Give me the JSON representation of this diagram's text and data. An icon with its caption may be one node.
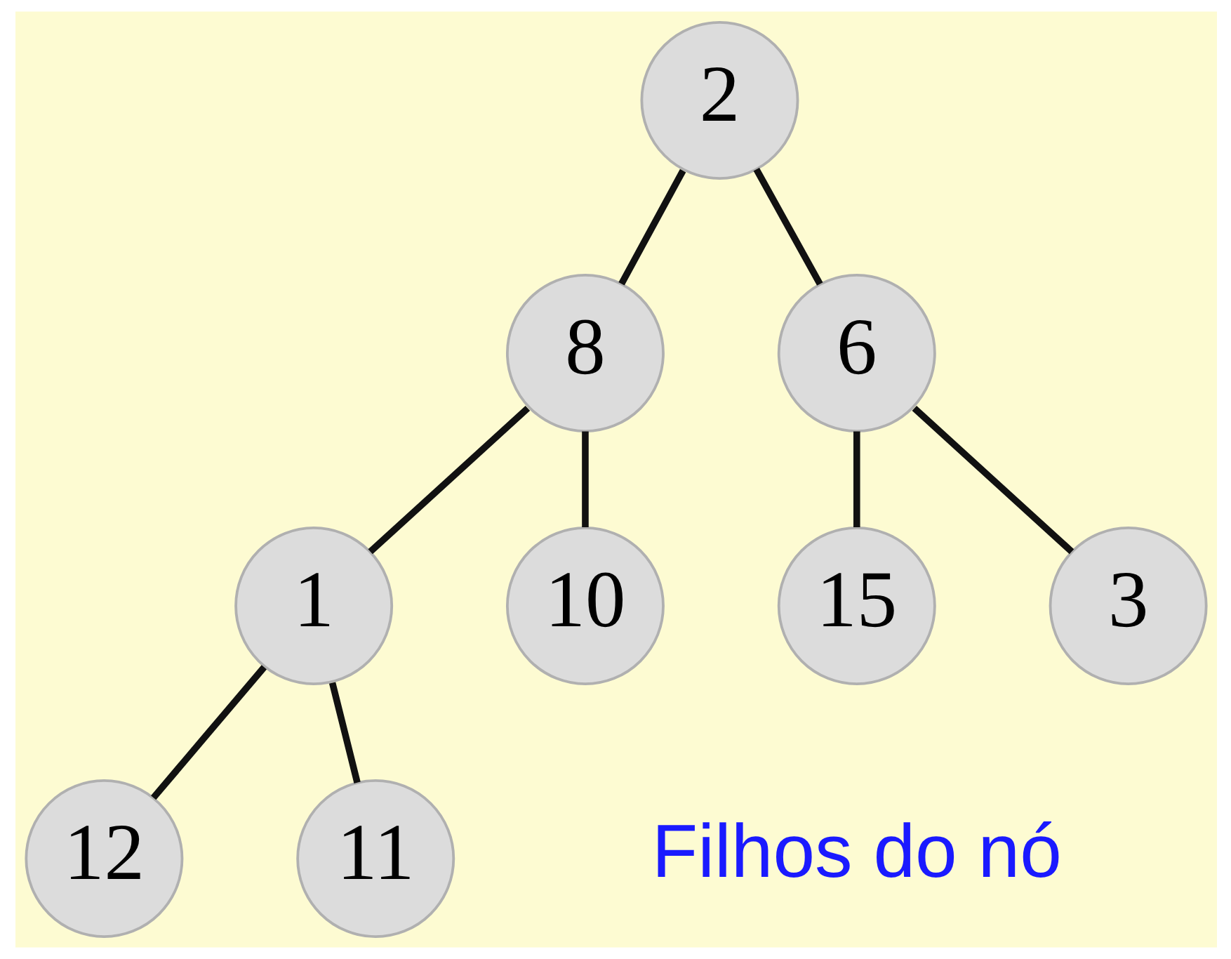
{
  "diagram": {
    "nodes": [
      {
        "text": [
          "2"
        ]
      },
      {
        "text": [
          "8"
        ]
      },
      {
        "text": [
          "6"
        ]
      },
      {
        "text": [
          "1"
        ]
      },
      {
        "text": [
          "10"
        ]
      },
      {
        "text": [
          "15"
        ]
      },
      {
        "text": [
          "3"
        ]
      },
      {
        "text": [
          "12"
        ]
      },
      {
        "text": [
          "11"
        ]
      }
    ],
    "edges": [
      {
        "from": 0,
        "to": 1,
        "arrow": "none"
      },
      {
        "from": 0,
        "to": 2,
        "arrow": "none"
      },
      {
        "from": 1,
        "to": 3,
        "arrow": "none"
      },
      {
        "from": 1,
        "to": 4,
        "arrow": "none"
      },
      {
        "from": 2,
        "to": 5,
        "arrow": "none"
      },
      {
        "from": 2,
        "to": 6,
        "arrow": "none"
      },
      {
        "from": 3,
        "to": 7,
        "arrow": "none"
      },
      {
        "from": 3,
        "to": 8,
        "arrow": "none"
      }
    ],
    "labels": [
      "Filhos do nó"
    ]
  }
}
